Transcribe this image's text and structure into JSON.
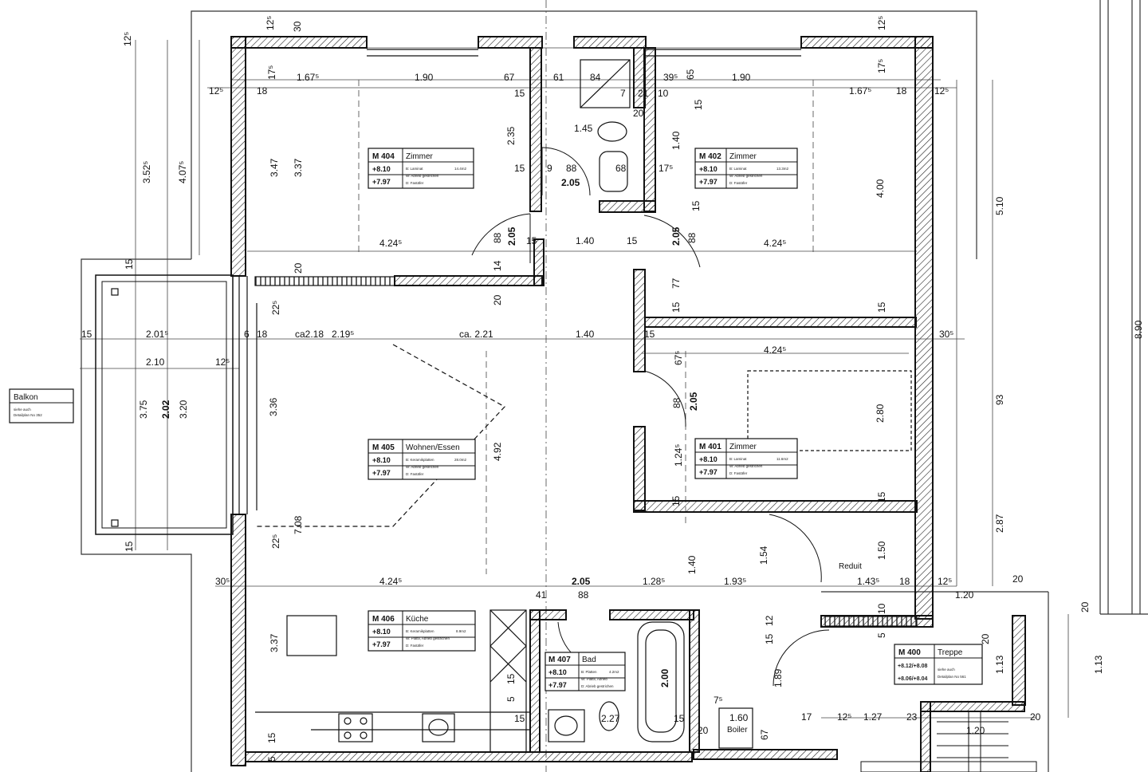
{
  "rooms": {
    "m404": {
      "id": "M 404",
      "name": "Zimmer",
      "level_top": "+8.10",
      "level_bottom": "+7.97",
      "floor": "B: Laminat",
      "area": "14.4m2",
      "walls": "W: Abrieb gestrichen",
      "ceiling": "D: Fastäfer"
    },
    "m402": {
      "id": "M 402",
      "name": "Zimmer",
      "level_top": "+8.10",
      "level_bottom": "+7.97",
      "floor": "B: Laminat",
      "area": "13.3m2",
      "walls": "W: Abrieb gestrichen",
      "ceiling": "D: Fastäfer"
    },
    "m405": {
      "id": "M 405",
      "name": "Wohnen/Essen",
      "level_top": "+8.10",
      "level_bottom": "+7.97",
      "floor": "B: Keramikplatten",
      "area": "28.0m2",
      "walls": "W: Abrieb gestrichen",
      "ceiling": "D: Fastäfer"
    },
    "m401": {
      "id": "M 401",
      "name": "Zimmer",
      "level_top": "+8.10",
      "level_bottom": "+7.97",
      "floor": "B: Laminat",
      "area": "11.6m2",
      "walls": "W: Abrieb gestrichen",
      "ceiling": "D: Fastäfer"
    },
    "m406": {
      "id": "M 406",
      "name": "Küche",
      "level_top": "+8.10",
      "level_bottom": "+7.97",
      "floor": "B: Keramikplatten",
      "area": "8.9m2",
      "walls": "W: Plättli, Abrieb gestrichen",
      "ceiling": "D: Fastäfer"
    },
    "m407": {
      "id": "M 407",
      "name": "Bad",
      "level_top": "+8.10",
      "level_bottom": "+7.97",
      "floor": "B: Platten",
      "area": "4.2m2",
      "walls": "W: Plättli, Abrieb",
      "ceiling": "D: Abrieb gestrichen"
    },
    "m400": {
      "id": "M 400",
      "name": "Treppe",
      "level_top": "+8.12/+8.08",
      "level_bottom": "+8.06/+8.04",
      "note1": "siehe auch",
      "note2": "Detailplan No 561"
    }
  },
  "labels": {
    "balkon_title": "Balkon",
    "balkon_note1": "siehe auch",
    "balkon_note2": "Detailplan No 352",
    "reduit": "Reduit",
    "boiler": "Boiler",
    "boiler_dim": "1.60"
  },
  "dims": {
    "t1": "1.67⁵",
    "t2": "1.90",
    "t3": "67",
    "t4": "61",
    "t5": "84",
    "t6": "1.90",
    "t7": "1.67⁵",
    "t8": "12⁵",
    "t9": "30",
    "t10": "17⁵",
    "t11": "18",
    "t12": "12⁵",
    "t13": "39⁵",
    "t14": "65",
    "t15": "12⁵",
    "t16": "17⁵",
    "t17": "18",
    "t18": "12⁵",
    "t19": "15",
    "t20": "15",
    "t21": "7",
    "t22": "21",
    "t23": "10",
    "c1": "2.35",
    "c2": "1.45",
    "c3": "1.40",
    "c4": "15",
    "c5": "15",
    "c6": "9",
    "c7": "88",
    "c8": "68",
    "c9": "17⁵",
    "c10": "2.05",
    "c11": "20",
    "c12": "15",
    "l1": "3.47",
    "l2": "3.37",
    "l3": "3.52⁵",
    "l4": "4.07⁵",
    "r1": "4.00",
    "r2": "5.10",
    "r3": "8.90",
    "r4": "93",
    "r5": "2.87",
    "m1": "4.24⁵",
    "m2": "88",
    "m3": "2.05",
    "m4": "15",
    "m5": "1.40",
    "m6": "15",
    "m7": "2.05",
    "m8": "88",
    "m9": "4.24⁵",
    "m10": "14",
    "m11": "20",
    "m12": "20",
    "m13": "77",
    "m14": "15",
    "m15": "15",
    "m16": "15",
    "b1": "15",
    "b2": "22⁵",
    "b3": "15",
    "b4": "2.01⁵",
    "b5": "6",
    "b6": "18",
    "b7": "ca2.18",
    "b8": "2.19⁵",
    "b9": "ca. 2.21",
    "b10": "1.40",
    "b11": "15",
    "b12": "30⁵",
    "b13": "2.10",
    "b14": "12⁵",
    "b15": "4.24⁵",
    "b16": "67⁵",
    "w1": "3.75",
    "w2": "2.02",
    "w3": "3.20",
    "w4": "3.36",
    "w5": "4.92",
    "w6": "7.08",
    "w7": "22⁵",
    "w8": "15",
    "z1": "88",
    "z2": "2.05",
    "z3": "1.24⁵",
    "z4": "2.80",
    "z5": "15",
    "z6": "15",
    "k1": "30⁵",
    "k2": "4.24⁵",
    "k3": "41",
    "k4": "88",
    "k5": "2.05",
    "k6": "1.28⁵",
    "k7": "1.93⁵",
    "k8": "1.40",
    "k9": "1.54",
    "k10": "1.43⁵",
    "k11": "18",
    "k12": "12⁵",
    "k13": "1.50",
    "k14": "1.20",
    "k15": "20",
    "k16": "20",
    "k17": "3.37",
    "k18": "15",
    "k19": "2.00",
    "k20": "2.27",
    "k21": "15",
    "k22": "20",
    "k23": "7⁵",
    "k24": "67",
    "k25": "1.89",
    "k26": "12",
    "k27": "15",
    "k28": "10",
    "k29": "5",
    "k30": "20",
    "k31": "1.13",
    "k32": "1.13",
    "k33": "12⁵",
    "k34": "1.27",
    "k35": "23",
    "k36": "17",
    "k37": "1.20",
    "k38": "20",
    "k39": "15",
    "k40": "5",
    "k41": "15",
    "k42": "15"
  }
}
